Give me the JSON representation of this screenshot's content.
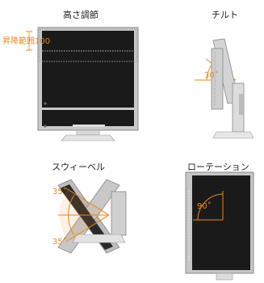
{
  "panels": {
    "height": {
      "title": "高さ調節",
      "range_label": "昇降範囲",
      "range_value": "100"
    },
    "tilt": {
      "title": "チルト",
      "angle": "30˚"
    },
    "swivel": {
      "title": "スウィーベル",
      "angle_top": "35˚",
      "angle_bottom": "35˚"
    },
    "rotation": {
      "title": "ローテーション",
      "angle": "90˚"
    }
  },
  "colors": {
    "accent": "#e8891f",
    "bezel": "#bcbcbc",
    "screen": "#1a1a1a"
  }
}
